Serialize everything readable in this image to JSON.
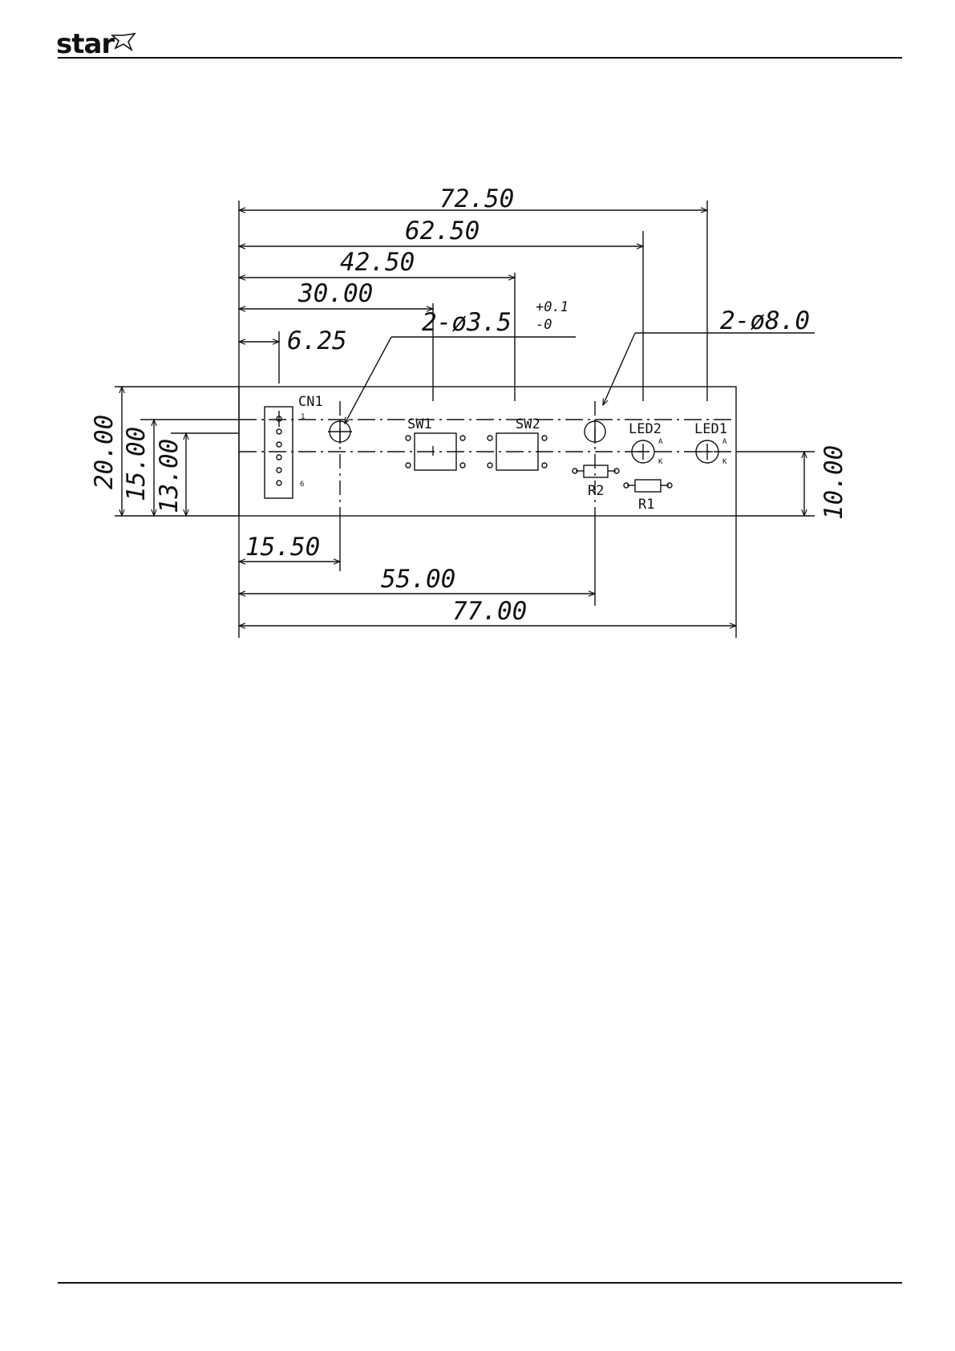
{
  "brand": {
    "logo_text": "star"
  },
  "dimensions": {
    "top": [
      "72.50",
      "62.50",
      "42.50",
      "30.00",
      "6.25"
    ],
    "bottom": [
      "15.50",
      "55.00",
      "77.00"
    ],
    "left": [
      "20.00",
      "15.00",
      "13.00"
    ],
    "right": [
      "10.00"
    ]
  },
  "callouts": {
    "hole_small": "2-ø3.5",
    "hole_small_tol_plus": "+0.1",
    "hole_small_tol_minus": "-0",
    "hole_large": "2-ø8.0"
  },
  "components": {
    "cn1": "CN1",
    "cn1_pin_first": "1",
    "cn1_pin_last": "6",
    "sw1": "SW1",
    "sw2": "SW2",
    "led2": "LED2",
    "led1": "LED1",
    "r2": "R2",
    "r1": "R1",
    "led_pin_a": "A",
    "led_pin_k": "K"
  },
  "colors": {
    "ink": "#111111",
    "paper": "#ffffff"
  }
}
